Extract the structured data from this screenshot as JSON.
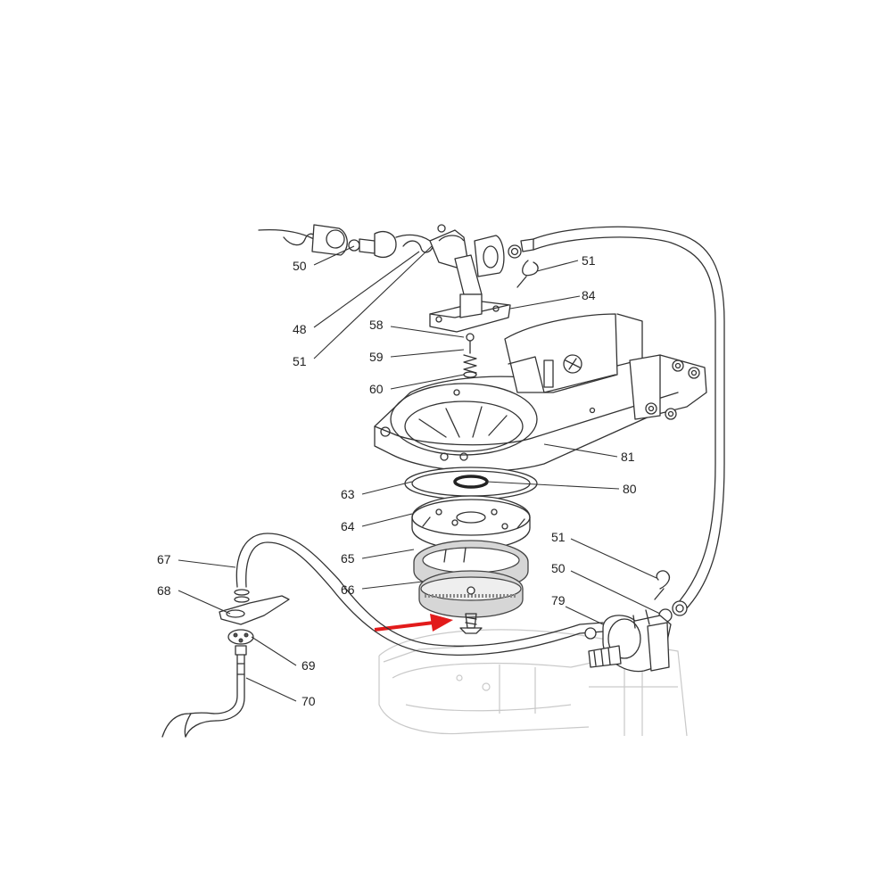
{
  "callouts": [
    "50",
    "48",
    "51",
    "58",
    "59",
    "60",
    "84",
    "81",
    "63",
    "64",
    "65",
    "66",
    "80",
    "67",
    "68",
    "69",
    "70",
    "79"
  ],
  "colors": {
    "line": "#333333",
    "ghost": "#c9c9c9",
    "part_fill": "#d6d6d6",
    "highlight_arrow": "#e21b1b"
  }
}
